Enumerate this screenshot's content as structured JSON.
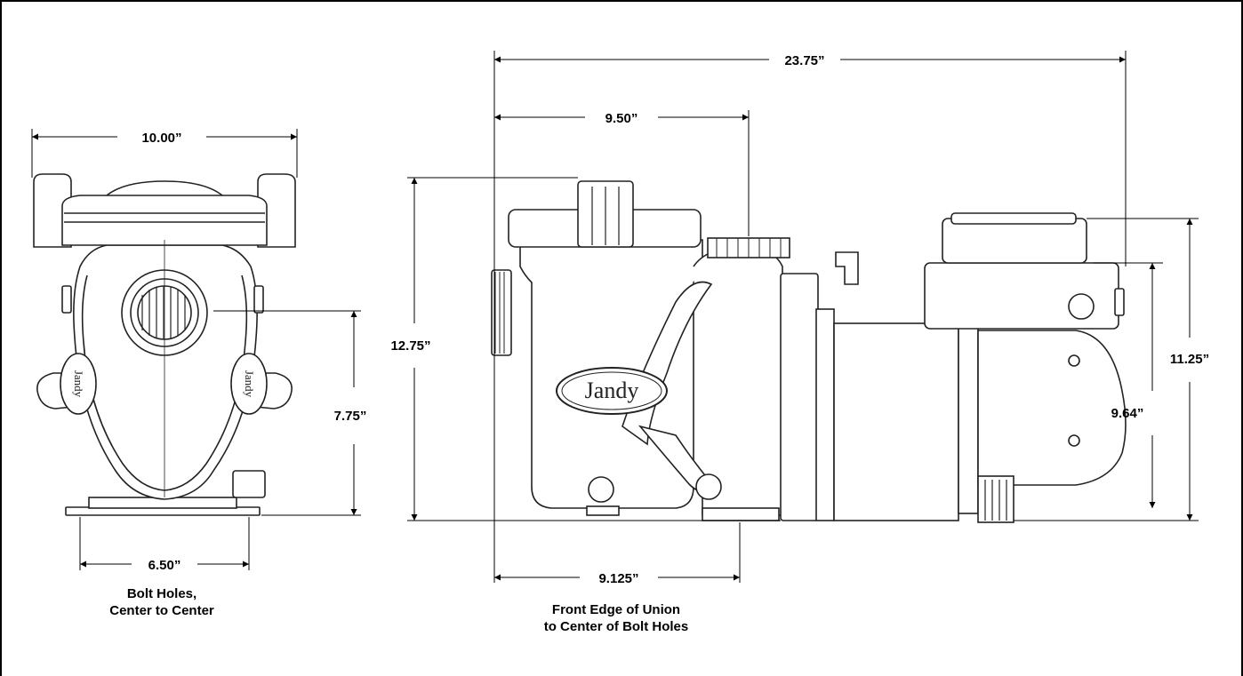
{
  "dimensions": {
    "front_width": "10.00”",
    "bolt_spacing": "6.50”",
    "front_inlet_height": "7.75”",
    "overall_length": "23.75”",
    "union_to_inlet": "9.50”",
    "overall_height": "12.75”",
    "motor_height": "11.25”",
    "motor_body_height": "9.64”",
    "union_to_bolts": "9.125”"
  },
  "captions": {
    "front_line1": "Bolt Holes,",
    "front_line2": "Center to Center",
    "side_line1": "Front Edge of Union",
    "side_line2": "to Center of Bolt Holes"
  },
  "brand": "Jandy"
}
